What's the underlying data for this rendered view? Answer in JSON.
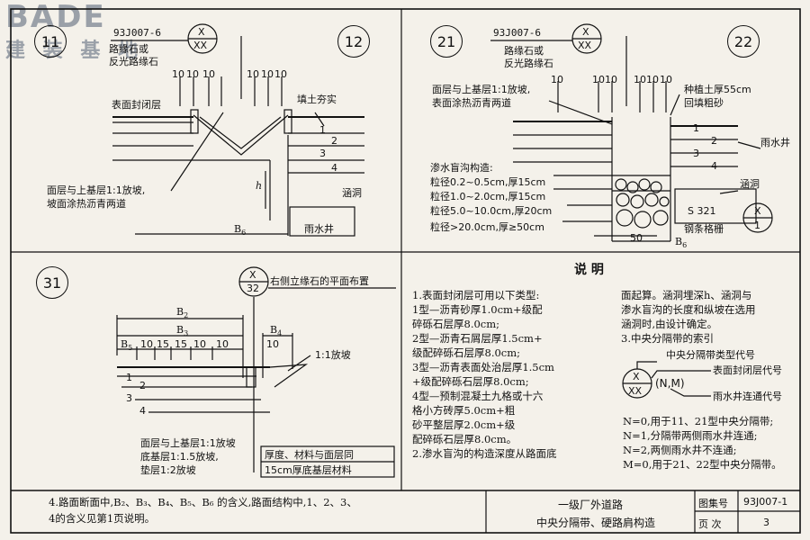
{
  "logo": {
    "text": "BADE",
    "sub": "建 装 基 地"
  },
  "d11": {
    "num": "11",
    "ref": "93J007-6",
    "index_top": "X",
    "index_bottom": "XX",
    "stone1": "路缘石或",
    "stone2": "反光路缘石",
    "dim1": "10",
    "dim2": "10",
    "dim3": "10",
    "dim4": "10",
    "dim5": "10",
    "dim6": "10",
    "seal": "表面封闭层",
    "fill": "填土夯实",
    "l1": "1",
    "l2": "2",
    "l3": "3",
    "l4": "4",
    "note1": "面层与上基层1:1放坡,",
    "note2": "坡面涂热沥青两道",
    "h": "h",
    "culvert": "涵洞",
    "b6": "B",
    "b6sub": "6",
    "well": "雨水井"
  },
  "d12": {
    "num": "12"
  },
  "d21": {
    "num": "21",
    "ref": "93J007-6",
    "index_top": "X",
    "index_bottom": "XX",
    "stone1": "路缘石或",
    "stone2": "反光路缘石",
    "dim1": "10",
    "dim2": "10",
    "dim3": "10",
    "dim4": "10",
    "dim5": "10",
    "dim6": "10",
    "note1": "面层与上基层1:1放坡,",
    "note2": "表面涂热沥青两道",
    "soil1": "种植土厚55cm",
    "soil2": "回填粗砂",
    "l1": "1",
    "l2": "2",
    "l3": "3",
    "l4": "4",
    "well": "雨水井",
    "drain_title": "渗水盲沟构造:",
    "g1": "粒径0.2~0.5cm,厚15cm",
    "g2": "粒径1.0~2.0cm,厚15cm",
    "g3": "粒径5.0~10.0cm,厚20cm",
    "g4": "粒径>20.0cm,厚≥50cm",
    "culvert": "涵洞",
    "s": "S 321",
    "cidx_top": "X",
    "cidx_bottom": "1",
    "grate": "钢条格栅",
    "dim50": "50",
    "b6": "B",
    "b6sub": "6"
  },
  "d22": {
    "num": "22"
  },
  "d31": {
    "num": "31",
    "index_top": "X",
    "index_bottom": "32",
    "plan": "右侧立缘石的平面布置",
    "b2": "B",
    "b2sub": "2",
    "b3": "B",
    "b3sub": "3",
    "b4": "B",
    "b4sub": "4",
    "b5": "B",
    "b5sub": "5",
    "d1": "10",
    "d2": "15",
    "d3": "15",
    "d4": "10",
    "d5": "10",
    "d6": "10",
    "slope": "1:1放坡",
    "l1": "1",
    "l2": "2",
    "l3": "3",
    "l4": "4",
    "n1": "面层与上基层1:1放坡",
    "n2": "底基层1:1.5放坡,",
    "n3": "垫层1:2放坡",
    "box1": "厚度、材料与面层同",
    "box2": "15cm厚底基层材料"
  },
  "explain": {
    "title": "说   明",
    "c1": [
      "1.表面封闭层可用以下类型:",
      "  1型—沥青砂厚1.0cm+级配",
      "       碎砾石层厚8.0cm;",
      "  2型—沥青石屑层厚1.5cm+",
      "       级配碎砾石层厚8.0cm;",
      "  3型—沥青表面处治层厚1.5cm",
      "       +级配碎砾石层厚8.0cm;",
      "  4型—预制混凝土九格或十六",
      "       格小方砖厚5.0cm+粗",
      "       砂平整层厚2.0cm+级",
      "       配碎砾石层厚8.0cm。",
      "2.渗水盲沟的构造深度从路面底"
    ],
    "c2": [
      "面起算。涵洞埋深h、涵洞与",
      "渗水盲沟的长度和纵坡在选用",
      "涵洞时,由设计确定。",
      "3.中央分隔带的索引"
    ],
    "idx_a": "中央分隔带类型代号",
    "idx_b": "表面封闭层代号",
    "idx_c": "雨水井连通代号",
    "idx_x": "X",
    "idx_xx": "XX",
    "idx_nm": "(N,M)",
    "c3": [
      "N=0,用于11、21型中央分隔带;",
      "N=1,分隔带两侧雨水井连通;",
      "N=2,两侧雨水井不连通;",
      "M=0,用于21、22型中央分隔带。"
    ]
  },
  "footer": {
    "note1": "4.路面断面中,B₂、B₃、B₄、B₅、B₆ 的含义,路面结构中,1、2、3、",
    "note2": "  4的含义见第1页说明。",
    "title1": "一级厂外道路",
    "title2": "中央分隔带、硬路肩构造",
    "lbl_set": "图集号",
    "val_set": "93J007-1",
    "lbl_page": "页  次",
    "val_page": "3"
  }
}
